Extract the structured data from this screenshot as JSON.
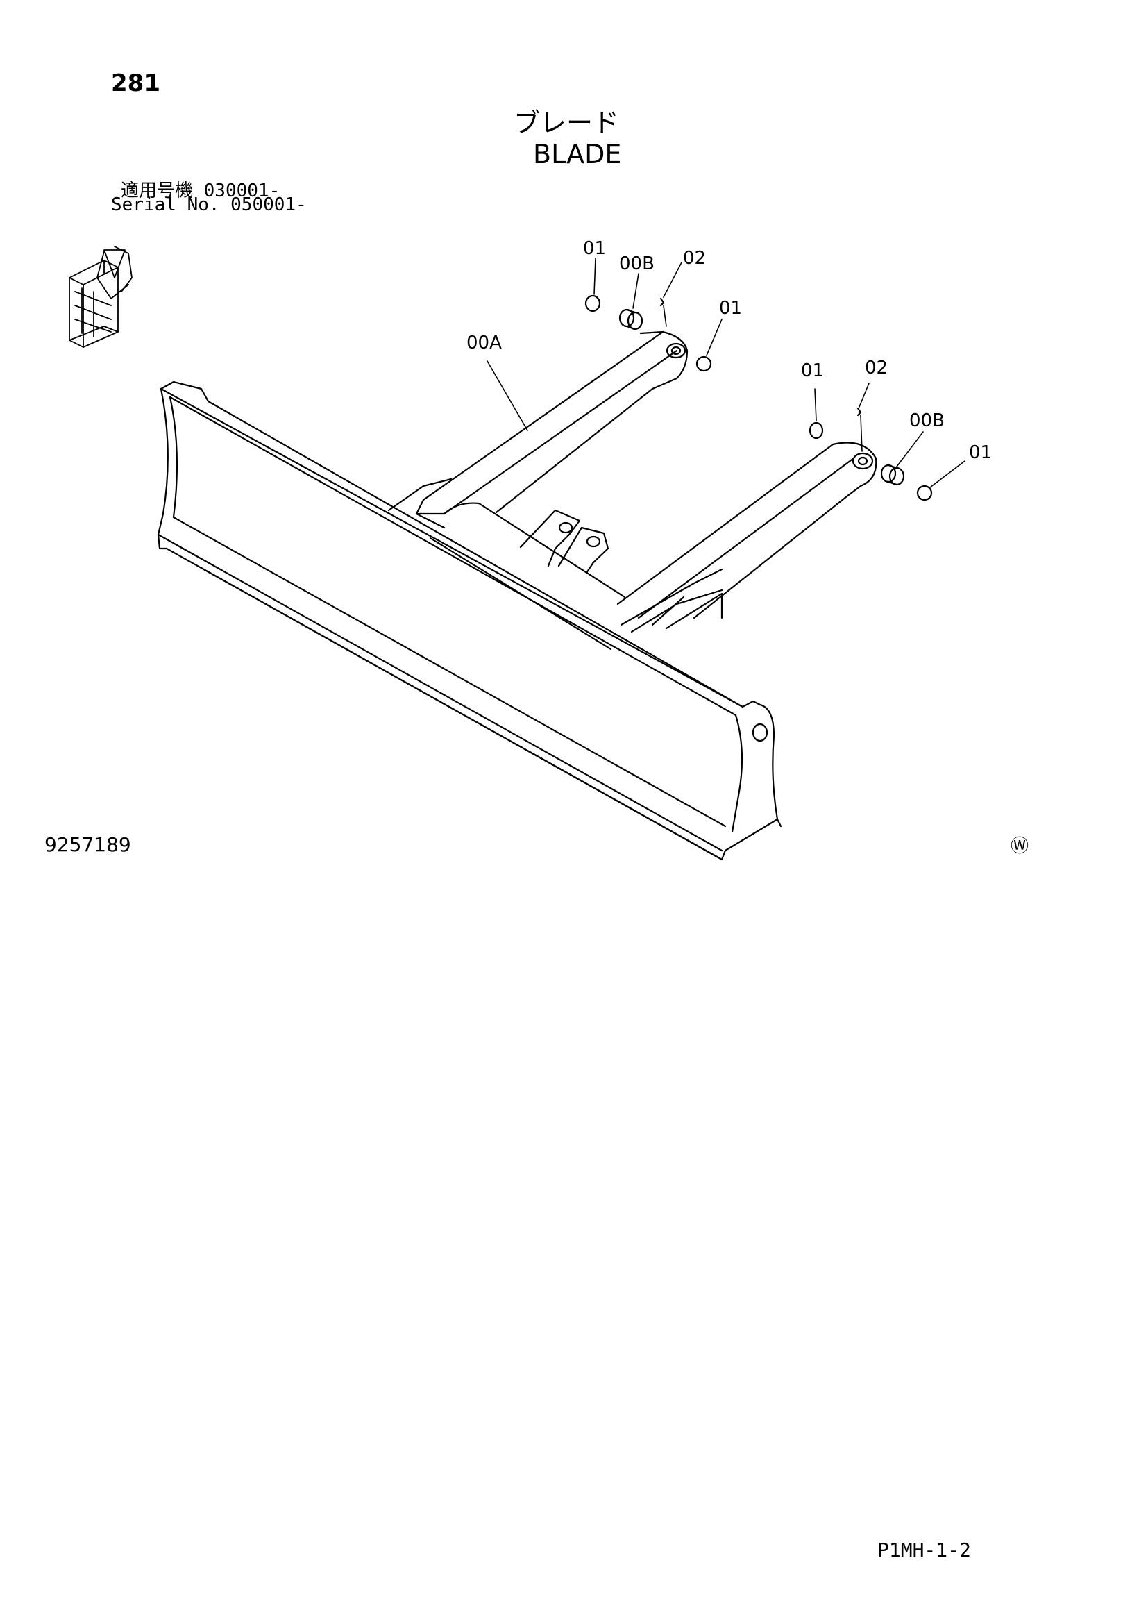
{
  "header": {
    "page_number": "281",
    "title_jp": "ブレード",
    "title_en": "BLADE"
  },
  "serial": {
    "jp_line": "適用号機  030001-",
    "en_line": "Serial No. 050001-"
  },
  "callouts": [
    {
      "id": "c1",
      "text": "01"
    },
    {
      "id": "c2",
      "text": "00B"
    },
    {
      "id": "c3",
      "text": "02"
    },
    {
      "id": "c4",
      "text": "01"
    },
    {
      "id": "c5",
      "text": "00A"
    },
    {
      "id": "c6",
      "text": "01"
    },
    {
      "id": "c7",
      "text": "02"
    },
    {
      "id": "c8",
      "text": "00B"
    },
    {
      "id": "c9",
      "text": "01"
    }
  ],
  "footer": {
    "figure_number": "9257189",
    "mark": "Ⓦ",
    "doc_code": "P1MH-1-2"
  },
  "icons": {
    "orientation": "front-direction-arrow-icon"
  }
}
